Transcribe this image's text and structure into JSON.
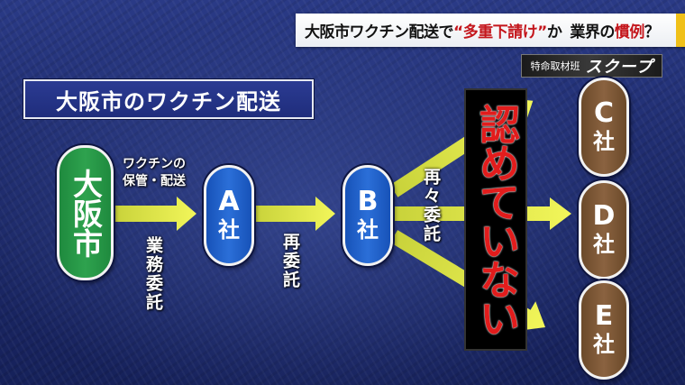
{
  "headline": {
    "part1": "大阪市ワクチン配送で",
    "quoted": "“多重下請け”",
    "part2": "か",
    "part3": "業界の",
    "emph": "慣例",
    "qmark": "？"
  },
  "badge": {
    "label": "特命取材班",
    "title": "スクープ"
  },
  "diagram": {
    "title": "大阪市のワクチン配送",
    "origin": "大阪市",
    "storage_label_line1": "ワクチンの",
    "storage_label_line2": "保管・配送",
    "contract_label": "業務委託",
    "node_a": {
      "letter": "A",
      "suffix": "社"
    },
    "recontract_label": "再委託",
    "node_b": {
      "letter": "B",
      "suffix": "社"
    },
    "re_recontract_label": "再々委託",
    "node_c": {
      "letter": "C",
      "suffix": "社"
    },
    "node_d": {
      "letter": "D",
      "suffix": "社"
    },
    "node_e": {
      "letter": "E",
      "suffix": "社"
    },
    "denial": "認めていない"
  },
  "colors": {
    "background": "#1f2d74",
    "origin_node": "#2a9a48",
    "contractor_node": "#2262c8",
    "subcontractor_node": "#7a5634",
    "arrow": "#e8f050",
    "denial_text": "#e21c1c",
    "headline_accent": "#f0c018"
  }
}
